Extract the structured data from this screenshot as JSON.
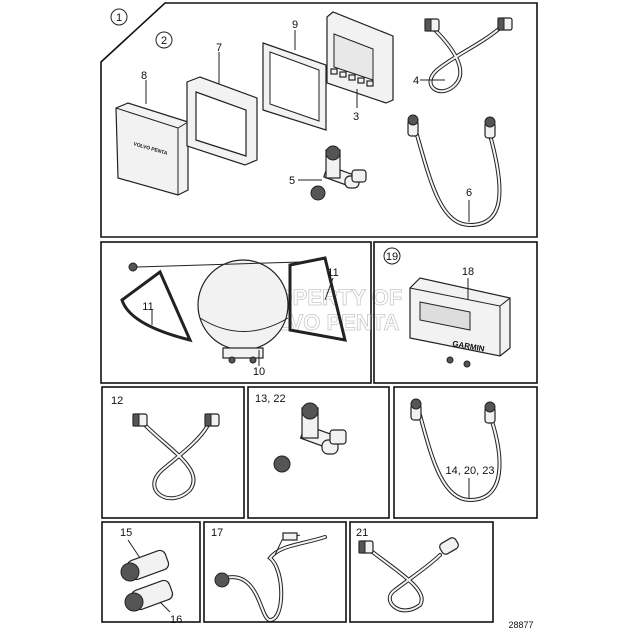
{
  "diagram": {
    "panels": {
      "top": {
        "group_label": "1",
        "subgroup_label": "2",
        "callouts": {
          "cover": "8",
          "frame": "7",
          "gasket": "9",
          "display": "3",
          "cable": "4",
          "tee": "5",
          "backbone_cable": "6"
        },
        "cover_brand": "VOLVO PENTA"
      },
      "antenna": {
        "callouts": {
          "bracket_right": "11",
          "bracket_left": "11",
          "antenna": "10"
        },
        "watermark": [
          "PROPERTY OF",
          "VOLVO PENTA"
        ]
      },
      "gps": {
        "group_label": "19",
        "callout": "18",
        "brand": "GARMIN"
      },
      "cable12": {
        "callout": "12"
      },
      "tee13": {
        "callout": "13, 22"
      },
      "cable14": {
        "callout": "14, 20, 23"
      },
      "terminators": {
        "callout_top": "15",
        "callout_bottom": "16"
      },
      "power17": {
        "callout": "17"
      },
      "adapter21": {
        "callout": "21"
      }
    },
    "figure_number": "28877"
  }
}
